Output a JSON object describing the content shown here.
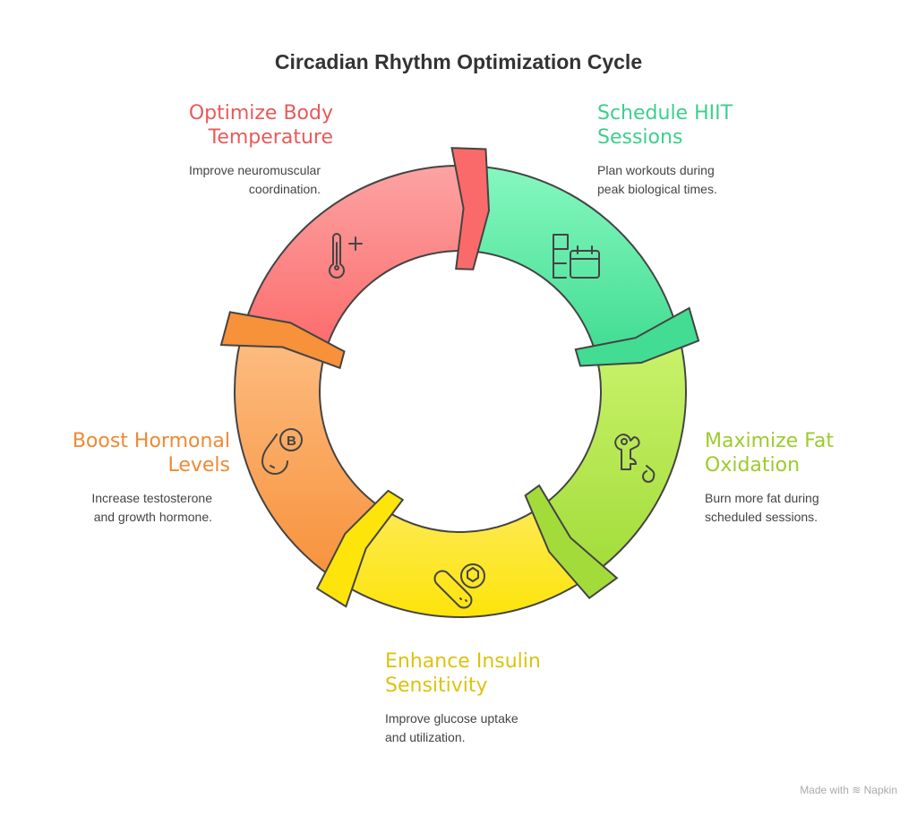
{
  "title": "Circadian Rhythm Optimization Cycle",
  "stages": [
    {
      "id": "temp",
      "label_lines": [
        "Optimize Body",
        "Temperature"
      ],
      "desc_lines": [
        "Improve neuromuscular",
        "coordination."
      ],
      "color": "#e85a5a",
      "grad": [
        "#fda3a3",
        "#fb6a6a"
      ],
      "icon": "thermometer-plus-icon"
    },
    {
      "id": "hiit",
      "label_lines": [
        "Schedule HIIT",
        "Sessions"
      ],
      "desc_lines": [
        "Plan workouts during",
        "peak biological times."
      ],
      "color": "#3dcf8e",
      "grad": [
        "#86f8c0",
        "#42dc92"
      ],
      "icon": "schedule-calendar-icon"
    },
    {
      "id": "fat",
      "label_lines": [
        "Maximize Fat",
        "Oxidation"
      ],
      "desc_lines": [
        "Burn more fat during",
        "scheduled sessions."
      ],
      "color": "#9dcb2c",
      "grad": [
        "#cbf46e",
        "#a3dc3a"
      ],
      "icon": "fat-burn-icon"
    },
    {
      "id": "insulin",
      "label_lines": [
        "Enhance Insulin",
        "Sensitivity"
      ],
      "desc_lines": [
        "Improve glucose uptake",
        "and utilization."
      ],
      "color": "#dcc30e",
      "grad": [
        "#fdea55",
        "#fde40a"
      ],
      "icon": "insulin-pill-icon"
    },
    {
      "id": "hormone",
      "label_lines": [
        "Boost Hormonal",
        "Levels"
      ],
      "desc_lines": [
        "Increase testosterone",
        "and growth hormone."
      ],
      "color": "#ee8a33",
      "grad": [
        "#fdbd82",
        "#f7913a"
      ],
      "icon": "hormone-drop-icon"
    }
  ],
  "footer": {
    "made_with": "Made with",
    "brand": "Napkin"
  }
}
